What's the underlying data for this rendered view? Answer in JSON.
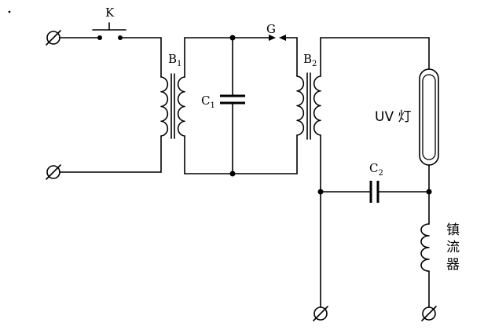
{
  "labels": {
    "switch": "K",
    "spark_gap": "G",
    "transformer1": {
      "main": "B",
      "sub": "1"
    },
    "transformer2": {
      "main": "B",
      "sub": "2"
    },
    "capacitor1": {
      "main": "C",
      "sub": "1"
    },
    "capacitor2": {
      "main": "C",
      "sub": "2"
    },
    "uv_lamp": "UV 灯",
    "ballast": [
      "镇",
      "流",
      "器"
    ]
  },
  "colors": {
    "ink": "#000000",
    "background": "#ffffff"
  }
}
